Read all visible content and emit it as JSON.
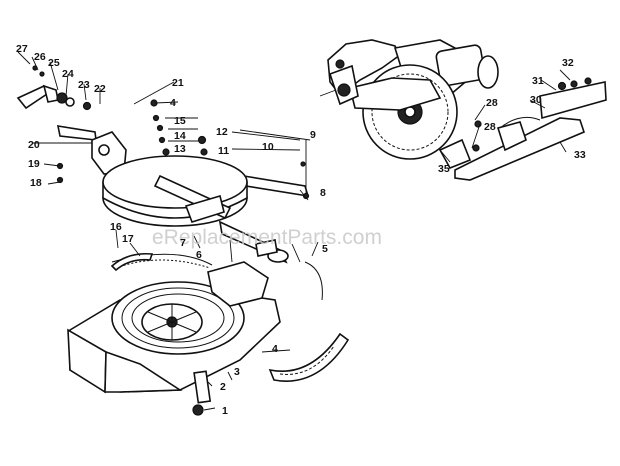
{
  "watermark": "eReplacementParts.com",
  "callouts": [
    {
      "id": "c1",
      "text": "1"
    },
    {
      "id": "c2",
      "text": "2"
    },
    {
      "id": "c3",
      "text": "3"
    },
    {
      "id": "c4",
      "text": "4"
    },
    {
      "id": "c4b",
      "text": "4"
    },
    {
      "id": "c5",
      "text": "5"
    },
    {
      "id": "c6",
      "text": "6"
    },
    {
      "id": "c7",
      "text": "7"
    },
    {
      "id": "c8",
      "text": "8"
    },
    {
      "id": "c9",
      "text": "9"
    },
    {
      "id": "c10",
      "text": "10"
    },
    {
      "id": "c11",
      "text": "11"
    },
    {
      "id": "c12",
      "text": "12"
    },
    {
      "id": "c13",
      "text": "13"
    },
    {
      "id": "c14",
      "text": "14"
    },
    {
      "id": "c15",
      "text": "15"
    },
    {
      "id": "c16",
      "text": "16"
    },
    {
      "id": "c17",
      "text": "17"
    },
    {
      "id": "c18",
      "text": "18"
    },
    {
      "id": "c19",
      "text": "19"
    },
    {
      "id": "c20",
      "text": "20"
    },
    {
      "id": "c21",
      "text": "21"
    },
    {
      "id": "c22",
      "text": "22"
    },
    {
      "id": "c23",
      "text": "23"
    },
    {
      "id": "c24",
      "text": "24"
    },
    {
      "id": "c25",
      "text": "25"
    },
    {
      "id": "c26",
      "text": "26"
    },
    {
      "id": "c27",
      "text": "27"
    },
    {
      "id": "c28",
      "text": "28"
    },
    {
      "id": "c28b",
      "text": "28"
    },
    {
      "id": "c30",
      "text": "30"
    },
    {
      "id": "c31",
      "text": "31"
    },
    {
      "id": "c32",
      "text": "32"
    },
    {
      "id": "c33",
      "text": "33"
    },
    {
      "id": "c35",
      "text": "35"
    }
  ]
}
